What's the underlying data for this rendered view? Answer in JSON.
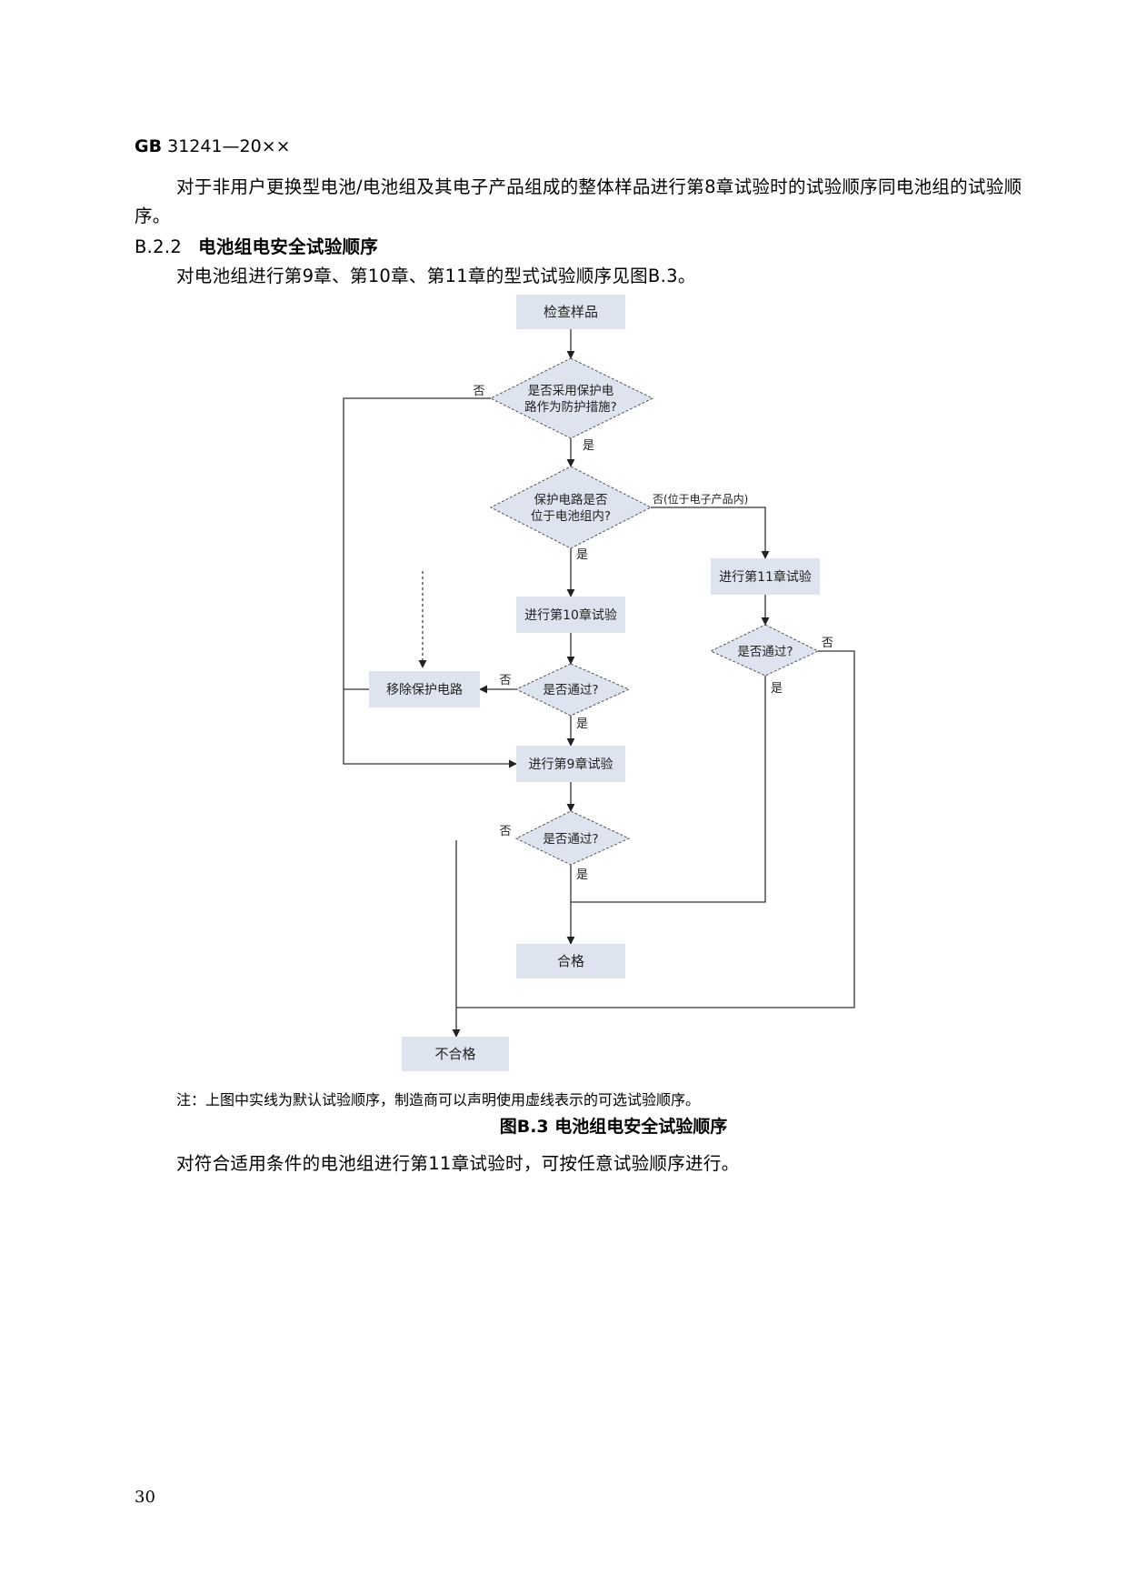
{
  "header": {
    "std_prefix": "GB",
    "std_code": " 31241—20××"
  },
  "paragraphs": {
    "p1": "对于非用户更换型电池/电池组及其电子产品组成的整体样品进行第8章试验时的试验顺序同电池组的试验顺序。",
    "section_number": "B.2.2",
    "section_title": "电池组电安全试验顺序",
    "p2": "对电池组进行第9章、第10章、第11章的型式试验顺序见图B.3。",
    "p3": "对符合适用条件的电池组进行第11章试验时，可按任意试验顺序进行。"
  },
  "flowchart": {
    "start": "检查样品",
    "d1_line1": "是否采用保护电",
    "d1_line2": "路作为防护措施?",
    "d2_line1": "保护电路是否",
    "d2_line2": "位于电池组内?",
    "d2_no_label": "否(位于电子产品内)",
    "test10": "进行第10章试验",
    "test11": "进行第11章试验",
    "remove": "移除保护电路",
    "d3": "是否通过?",
    "d4": "是否通过?",
    "test9": "进行第9章试验",
    "d5": "是否通过?",
    "pass": "合格",
    "fail": "不合格",
    "yes": "是",
    "no": "否"
  },
  "note": "注：上图中实线为默认试验顺序，制造商可以声明使用虚线表示的可选试验顺序。",
  "caption": "图B.3  电池组电安全试验顺序",
  "page_number": "30"
}
